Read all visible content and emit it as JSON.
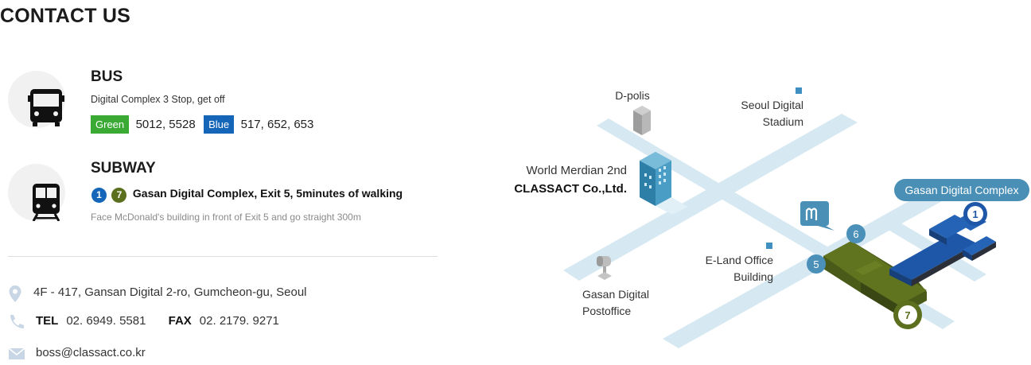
{
  "page": {
    "title": "CONTACT US"
  },
  "bus": {
    "title": "BUS",
    "desc": "Digital Complex 3 Stop, get off",
    "green_label": "Green",
    "green_numbers": "5012, 5528",
    "blue_label": "Blue",
    "blue_numbers": "517, 652, 653",
    "icon": "bus-icon"
  },
  "subway": {
    "title": "SUBWAY",
    "line1": "1",
    "line7": "7",
    "main": "Gasan Digital Complex, Exit 5, 5minutes of walking",
    "desc": "Face McDonald's building in front of Exit 5 and go straight 300m",
    "icon": "subway-icon"
  },
  "contact": {
    "address": "4F - 417, Gansan Digital 2-ro, Gumcheon-gu, Seoul",
    "tel_label": "TEL",
    "tel": "02. 6949. 5581",
    "fax_label": "FAX",
    "fax": "02. 2179. 9271",
    "email": "boss@classact.co.kr"
  },
  "map": {
    "dpolis": "D-polis",
    "stadium_line1": "Seoul Digital",
    "stadium_line2": "Stadium",
    "company_line1": "World Merdian 2nd",
    "company_line2": "CLASSACT Co.,Ltd.",
    "station": "Gasan Digital Complex",
    "eland_line1": "E-Land Office",
    "eland_line2": "Building",
    "post_line1": "Gasan Digital",
    "post_line2": "Postoffice",
    "exit5": "5",
    "exit6": "6",
    "line1": "1",
    "line7": "7"
  },
  "colors": {
    "green": "#3aaa35",
    "blue": "#1565b8",
    "line1": "#0d3f8f",
    "line7": "#5b6f1e",
    "road": "#d6e8f2",
    "exit": "#4a90b8",
    "station_label": "#4a8fb5"
  }
}
